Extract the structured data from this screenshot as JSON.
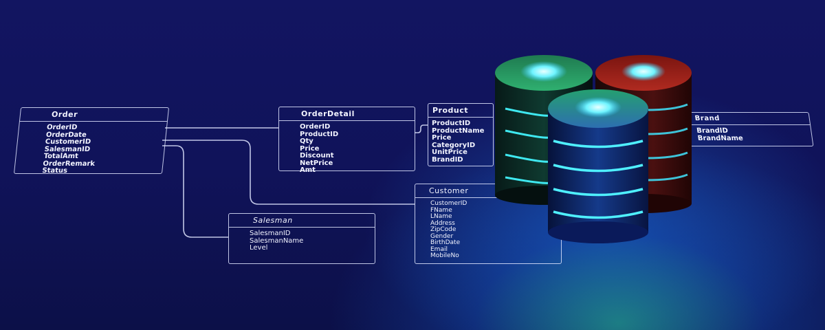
{
  "tables": {
    "order": {
      "title": "Order",
      "fields": [
        "OrderID",
        "OrderDate",
        "CustomerID",
        "SalesmanID",
        "TotalAmt",
        "OrderRemark",
        "Status"
      ]
    },
    "order_detail": {
      "title": "OrderDetail",
      "fields": [
        "OrderID",
        "ProductID",
        "Qty",
        "Price",
        "Discount",
        "NetPrice",
        "Amt"
      ]
    },
    "product": {
      "title": "Product",
      "fields": [
        "ProductID",
        "ProductName",
        "Price",
        "CategoryID",
        "UnitPrice",
        "BrandID"
      ]
    },
    "brand": {
      "title": "Brand",
      "fields": [
        "BrandID",
        "BrandName"
      ]
    },
    "salesman": {
      "title": "Salesman",
      "fields": [
        "SalesmanID",
        "SalesmanName",
        "Level"
      ]
    },
    "customer": {
      "title": "Customer",
      "fields": [
        "CustomerID",
        "FName",
        "LName",
        "Address",
        "ZipCode",
        "Gender",
        "BirthDate",
        "Email",
        "MobileNo"
      ]
    }
  },
  "colors": {
    "background": "#10135a",
    "line": "#e1e6ff",
    "glow": "#5ff0ff",
    "db_green": "#1e9e5a",
    "db_red": "#b0241e",
    "db_blue": "#1a3f9a"
  }
}
